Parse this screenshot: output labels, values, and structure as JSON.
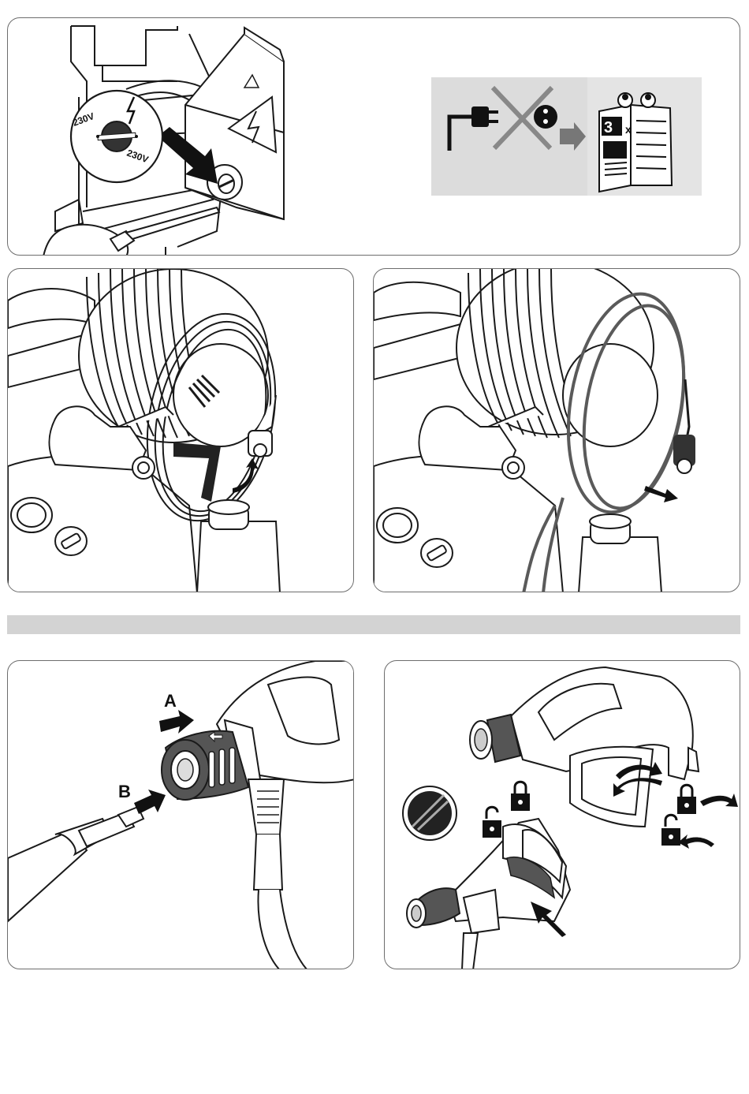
{
  "voltage_dial": {
    "label_left": "230V",
    "label_right": "230V"
  },
  "manual_pictogram": {
    "repeat_label": "3",
    "times_label": "x"
  },
  "connector_steps": {
    "step_a": "A",
    "step_b": "B"
  },
  "colors": {
    "line": "#1a1a1a",
    "panel_border": "#6d6d6d",
    "band": "#d3d3d3",
    "pictogram_bg": "#dcdcdc",
    "knob_dark": "#555555",
    "hose_dark": "#5a5a5a"
  },
  "icons": [
    "voltage-selector-icon",
    "lightning-icon",
    "warning-triangle-icon",
    "plug-crossed-icon",
    "manual-book-icon",
    "lock-closed-icon",
    "lock-open-icon",
    "rotate-arrow-icon"
  ]
}
